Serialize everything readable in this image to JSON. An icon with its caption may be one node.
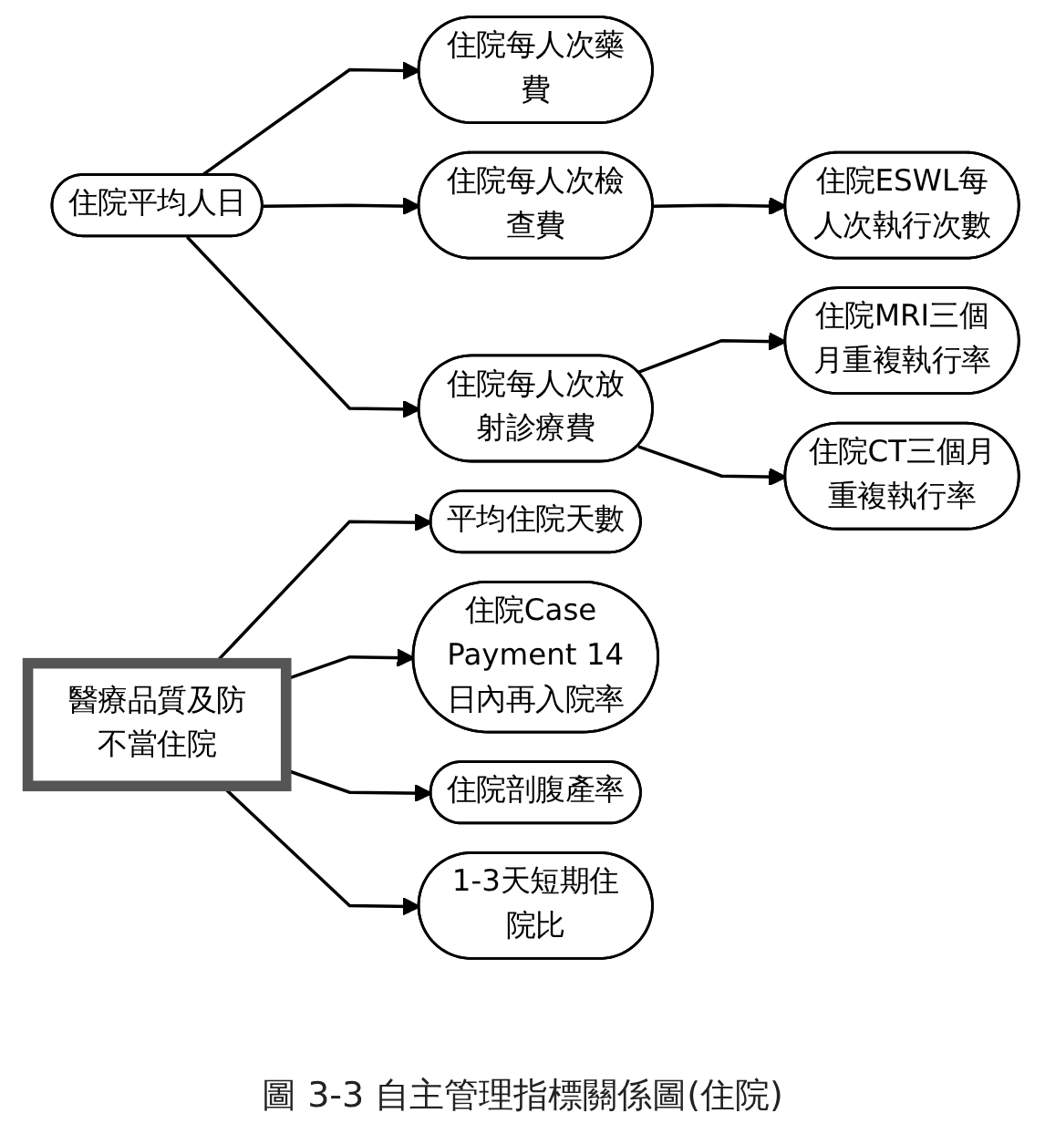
{
  "diagram": {
    "caption": "圖 3-3 自主管理指標關係圖(住院)",
    "nodes": [
      {
        "text": [
          "住院每人次藥費"
        ]
      },
      {
        "text": [
          "住院平均人日"
        ]
      },
      {
        "text": [
          "住院每人次檢查費"
        ]
      },
      {
        "text": [
          "住院ESWL每人次執行次數"
        ]
      },
      {
        "text": [
          "住院每人次放射診療費"
        ]
      },
      {
        "text": [
          "住院MRI三個月重複執行率"
        ]
      },
      {
        "text": [
          "住院CT三個月重複執行率"
        ]
      },
      {
        "text": [
          "醫療品質及防不當住院"
        ]
      },
      {
        "text": [
          "平均住院天數"
        ]
      },
      {
        "text": [
          "住院Case Payment 14日內再入院率"
        ]
      },
      {
        "text": [
          "住院剖腹產率"
        ]
      },
      {
        "text": [
          "1-3天短期住院比"
        ]
      }
    ],
    "edges": [
      {
        "from": 1,
        "to": 0,
        "arrow": "to"
      },
      {
        "from": 1,
        "to": 2,
        "arrow": "to"
      },
      {
        "from": 1,
        "to": 4,
        "arrow": "to"
      },
      {
        "from": 2,
        "to": 3,
        "arrow": "to"
      },
      {
        "from": 4,
        "to": 5,
        "arrow": "to"
      },
      {
        "from": 4,
        "to": 6,
        "arrow": "to"
      },
      {
        "from": 7,
        "to": 8,
        "arrow": "to"
      },
      {
        "from": 7,
        "to": 9,
        "arrow": "to"
      },
      {
        "from": 7,
        "to": 10,
        "arrow": "to"
      },
      {
        "from": 7,
        "to": 11,
        "arrow": "to"
      }
    ]
  }
}
